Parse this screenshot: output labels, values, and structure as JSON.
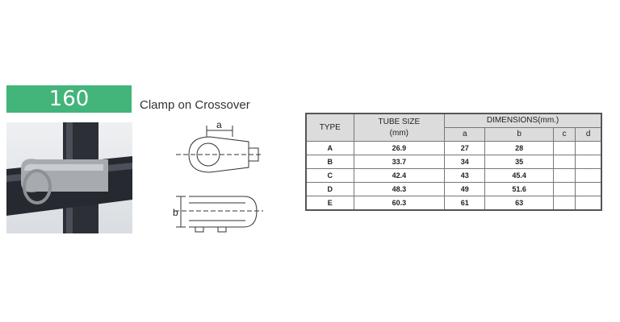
{
  "product": {
    "code": "160",
    "title": "Clamp on Crossover"
  },
  "drawing": {
    "dim_a_label": "a",
    "dim_b_label": "b"
  },
  "table": {
    "headers": {
      "type": "TYPE",
      "tube_size": "TUBE SIZE",
      "tube_unit": "(mm)",
      "dimensions": "DIMENSIONS(mm.)",
      "sub": [
        "a",
        "b",
        "c",
        "d"
      ]
    },
    "rows": [
      {
        "type": "A",
        "tube": "26.9",
        "a": "27",
        "b": "28",
        "c": "",
        "d": ""
      },
      {
        "type": "B",
        "tube": "33.7",
        "a": "34",
        "b": "35",
        "c": "",
        "d": ""
      },
      {
        "type": "C",
        "tube": "42.4",
        "a": "43",
        "b": "45.4",
        "c": "",
        "d": ""
      },
      {
        "type": "D",
        "tube": "48.3",
        "a": "49",
        "b": "51.6",
        "c": "",
        "d": ""
      },
      {
        "type": "E",
        "tube": "60.3",
        "a": "61",
        "b": "63",
        "c": "",
        "d": ""
      }
    ]
  },
  "colors": {
    "badge": "#43b47a",
    "header_bg": "#dcdcdc"
  }
}
